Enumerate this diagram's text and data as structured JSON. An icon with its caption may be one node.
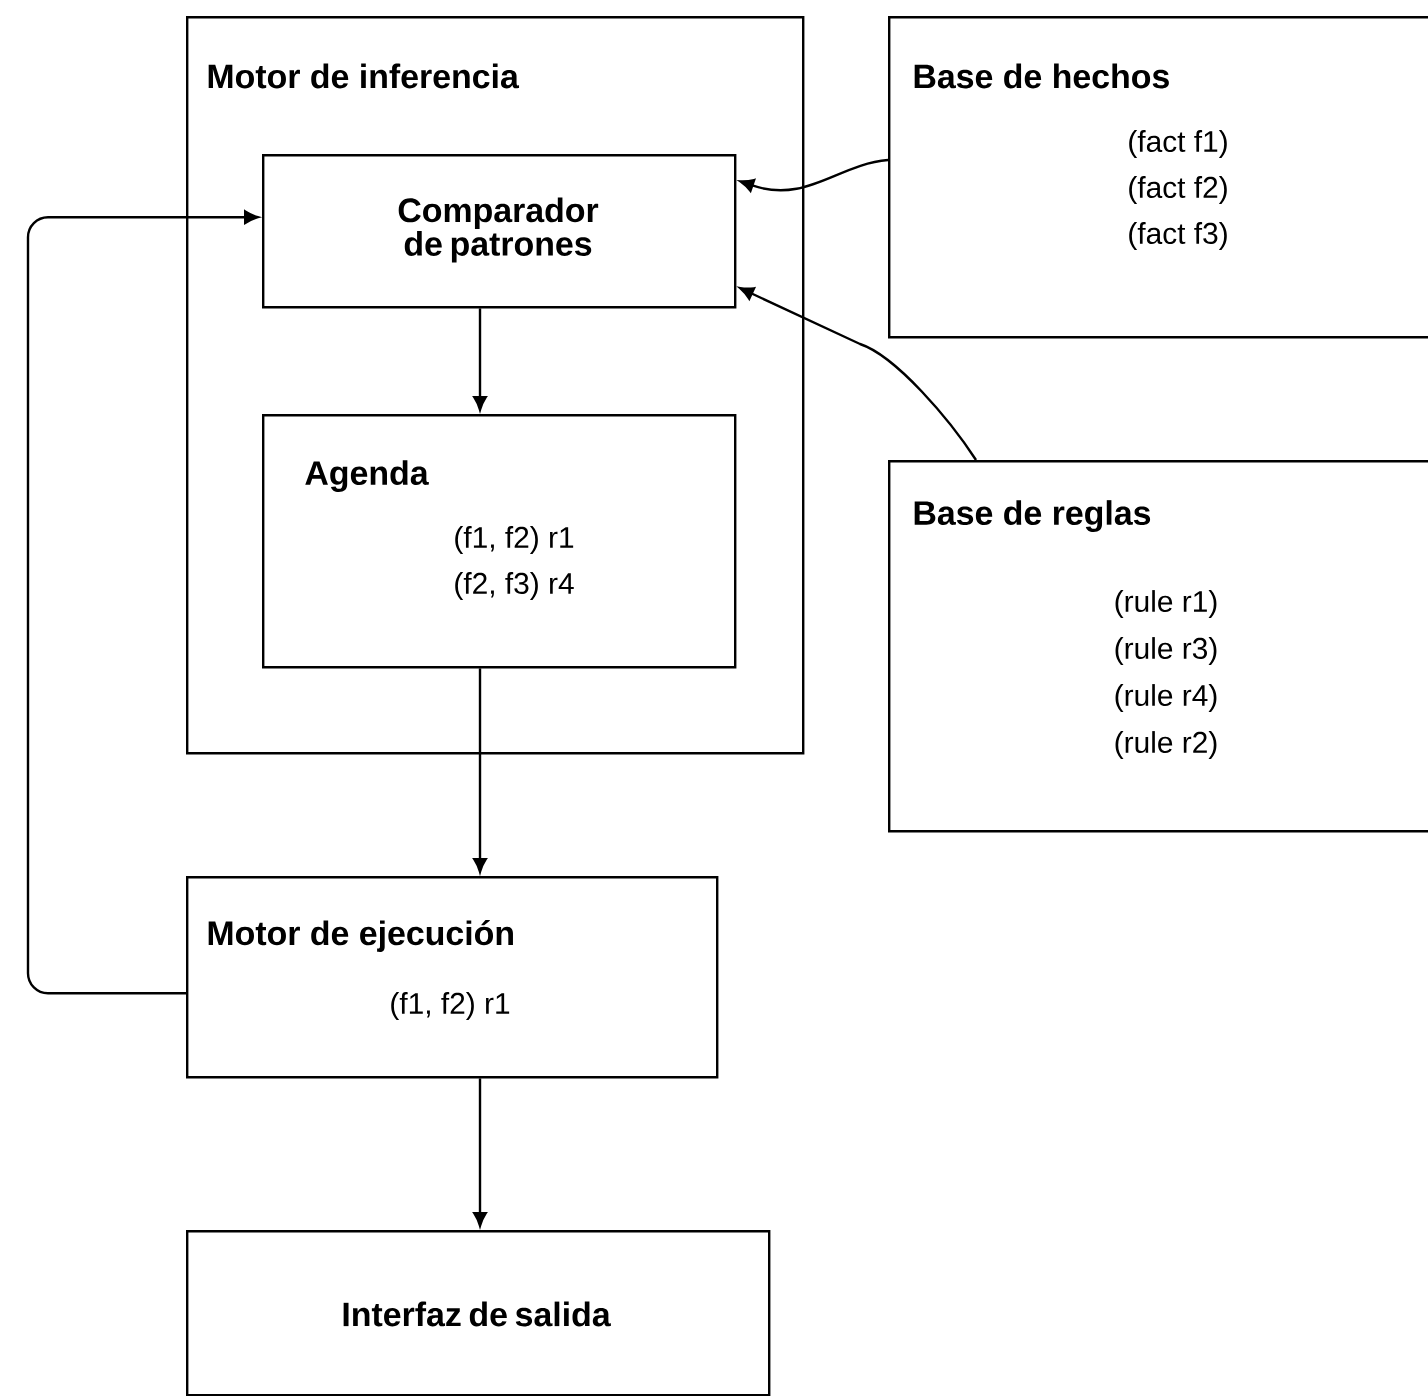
{
  "diagram": {
    "nodes": [
      {
        "text": [
          "Motor de inferencia"
        ]
      },
      {
        "text": [
          "Comparador de patrones"
        ],
        "in": 0
      },
      {
        "text": [
          "Agenda",
          "(f1, f2) r1",
          "(f2, f3) r4"
        ],
        "in": 0
      },
      {
        "text": [
          "Base de hechos",
          "(fact f1)",
          "(fact f2)",
          "(fact f3)"
        ]
      },
      {
        "text": [
          "Base de reglas",
          "(rule r1)",
          "(rule r3)",
          "(rule r4)",
          "(rule r2)"
        ]
      },
      {
        "text": [
          "Motor de ejecución",
          "(f1, f2) r1"
        ]
      },
      {
        "text": [
          "Interfaz de salida"
        ]
      }
    ],
    "edges": [
      {
        "from": 3,
        "to": 1,
        "arrow": "to"
      },
      {
        "from": 4,
        "to": 1,
        "arrow": "to"
      },
      {
        "from": 1,
        "to": 2,
        "arrow": "to"
      },
      {
        "from": 2,
        "to": 5,
        "arrow": "to"
      },
      {
        "from": 5,
        "to": 1,
        "arrow": "to"
      },
      {
        "from": 5,
        "to": 6,
        "arrow": "to"
      }
    ]
  }
}
